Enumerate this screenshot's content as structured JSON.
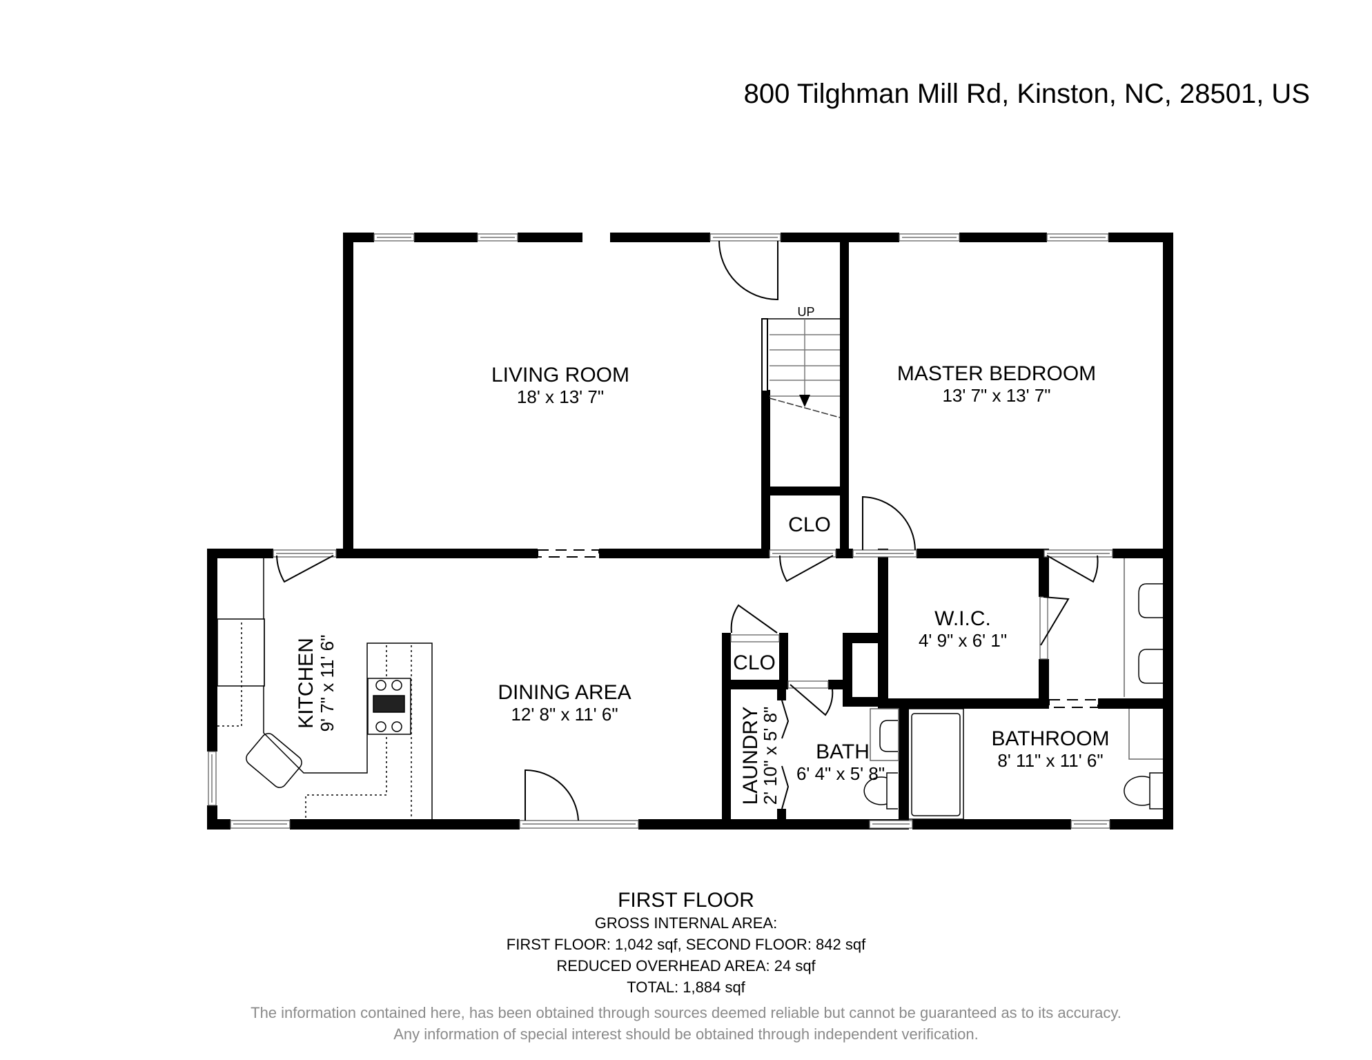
{
  "header": {
    "address": "800 Tilghman Mill Rd, Kinston, NC, 28501, US"
  },
  "rooms": [
    {
      "id": "living-room",
      "name": "LIVING ROOM",
      "dimensions": "18' x 13' 7\""
    },
    {
      "id": "master-bedroom",
      "name": "MASTER BEDROOM",
      "dimensions": "13' 7\" x 13' 7\""
    },
    {
      "id": "kitchen",
      "name": "KITCHEN",
      "dimensions": "9' 7\" x 11' 6\""
    },
    {
      "id": "dining-area",
      "name": "DINING AREA",
      "dimensions": "12' 8\" x 11' 6\""
    },
    {
      "id": "wic",
      "name": "W.I.C.",
      "dimensions": "4' 9\" x 6' 1\""
    },
    {
      "id": "bath",
      "name": "BATH",
      "dimensions": "6' 4\" x 5' 8\""
    },
    {
      "id": "bathroom",
      "name": "BATHROOM",
      "dimensions": "8' 11\" x 11' 6\""
    },
    {
      "id": "laundry",
      "name": "LAUNDRY",
      "dimensions": "2' 10\" x 5' 8\""
    }
  ],
  "closets": {
    "upper": "CLO",
    "lower": "CLO"
  },
  "stairs": {
    "label": "UP"
  },
  "summary": {
    "floor_name": "FIRST FLOOR",
    "gross_label": "GROSS INTERNAL AREA:",
    "floors_line": "FIRST FLOOR: 1,042 sqf, SECOND FLOOR: 842 sqf",
    "reduced_line": "REDUCED OVERHEAD AREA: 24 sqf",
    "total_line": "TOTAL: 1,884 sqf"
  },
  "disclaimer": {
    "line1": "The information contained here, has been obtained through sources deemed reliable but cannot be guaranteed as to its accuracy.",
    "line2": "Any information of special interest should be obtained through independent verification."
  },
  "colors": {
    "wall": "#000000",
    "background": "#ffffff",
    "disclaimer_text": "#8a8a8a",
    "fixture_line": "#333333"
  }
}
